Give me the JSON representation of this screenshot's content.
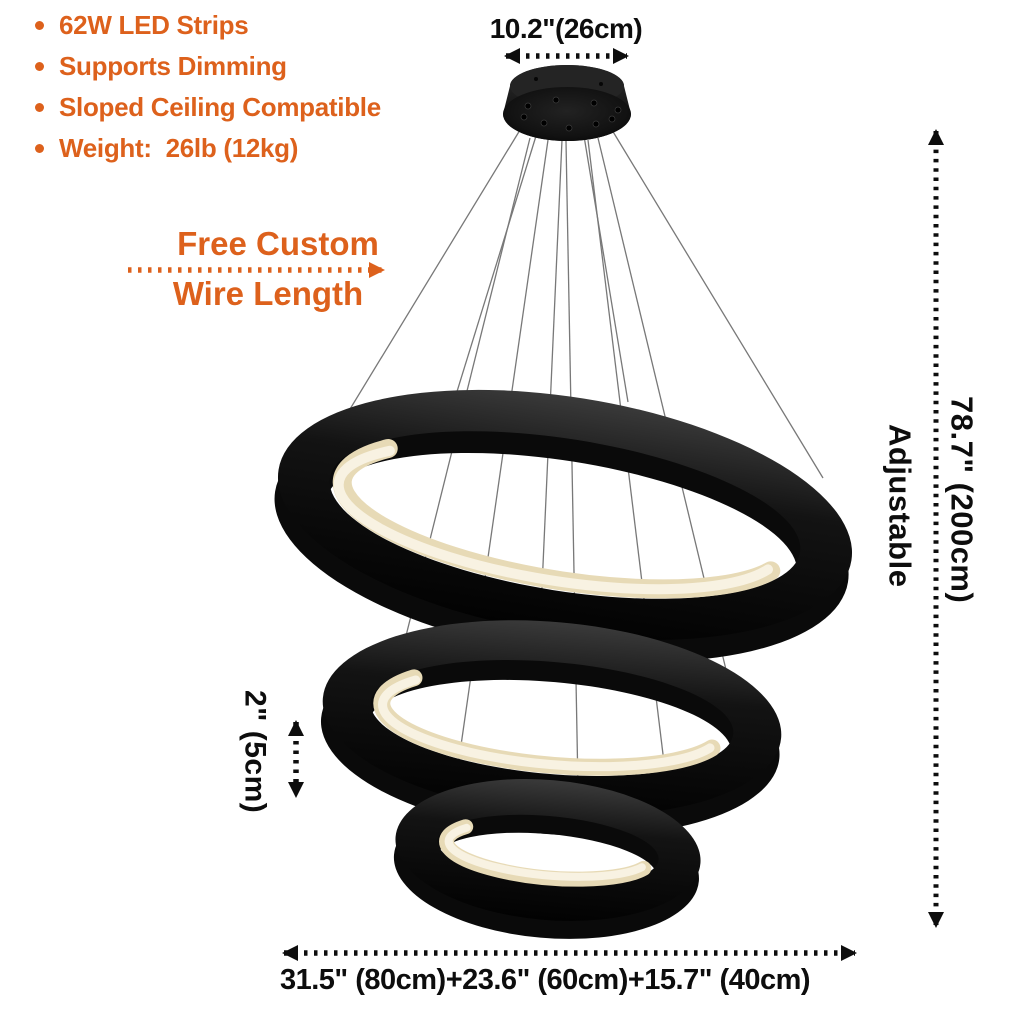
{
  "product": {
    "type": "3-ring LED pendant chandelier",
    "finish": "black",
    "led_color": "warm white"
  },
  "features": {
    "items": [
      "62W LED Strips",
      "Supports Dimming",
      "Sloped Ceiling Compatible",
      "Weight:  26lb (12kg)"
    ]
  },
  "dimensions": {
    "canopy_width": "10.2\"(26cm)",
    "wire_note_line1": "Free Custom",
    "wire_note_line2": "Wire Length",
    "height": "78.7\" (200cm)",
    "height_note": "Adjustable",
    "ring_thickness": "2\" (5cm)",
    "ring_diameters": "31.5\" (80cm)+23.6\" (60cm)+15.7\" (40cm)"
  },
  "colors": {
    "accent_orange": "#DD611C",
    "text_black": "#0d0d0d",
    "led_cream": "#F1E6C9",
    "fixture_black": "#101010",
    "background": "#FFFFFF"
  }
}
